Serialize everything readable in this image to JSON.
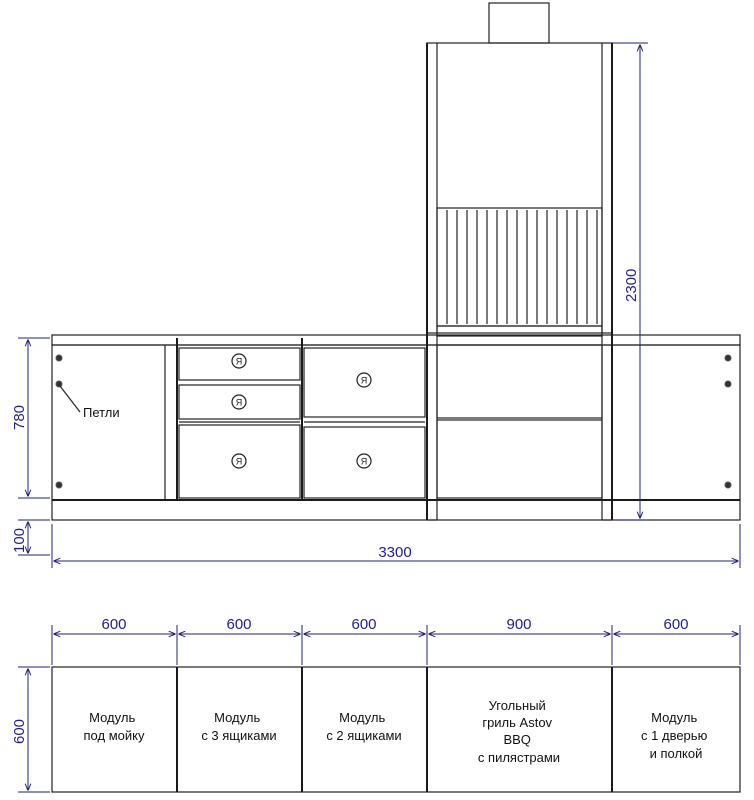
{
  "colors": {
    "line": "#222222",
    "dimension": "#22227a",
    "dimension_text": "#1e1e8c",
    "background": "#ffffff"
  },
  "front_view": {
    "total_width_label": "3300",
    "base_height_label": "100",
    "cabinet_height_label": "780",
    "grill_height_label": "2300",
    "hinges_label": "Петли",
    "handle_symbol": "Я"
  },
  "plan_view": {
    "depth_label": "600",
    "modules": [
      {
        "width_label": "600",
        "lines": [
          "Модуль",
          "под мойку"
        ]
      },
      {
        "width_label": "600",
        "lines": [
          "Модуль",
          "с 3 ящиками"
        ]
      },
      {
        "width_label": "600",
        "lines": [
          "Модуль",
          "с 2 ящиками"
        ]
      },
      {
        "width_label": "900",
        "lines": [
          "Угольный",
          "гриль Astov",
          "BBQ",
          "с пилястрами"
        ]
      },
      {
        "width_label": "600",
        "lines": [
          "Модуль",
          "с 1 дверью",
          "и полкой"
        ]
      }
    ]
  },
  "icons": [
    "drawer-handle-icon",
    "hinge-dot-icon",
    "dimension-arrow-icon"
  ]
}
